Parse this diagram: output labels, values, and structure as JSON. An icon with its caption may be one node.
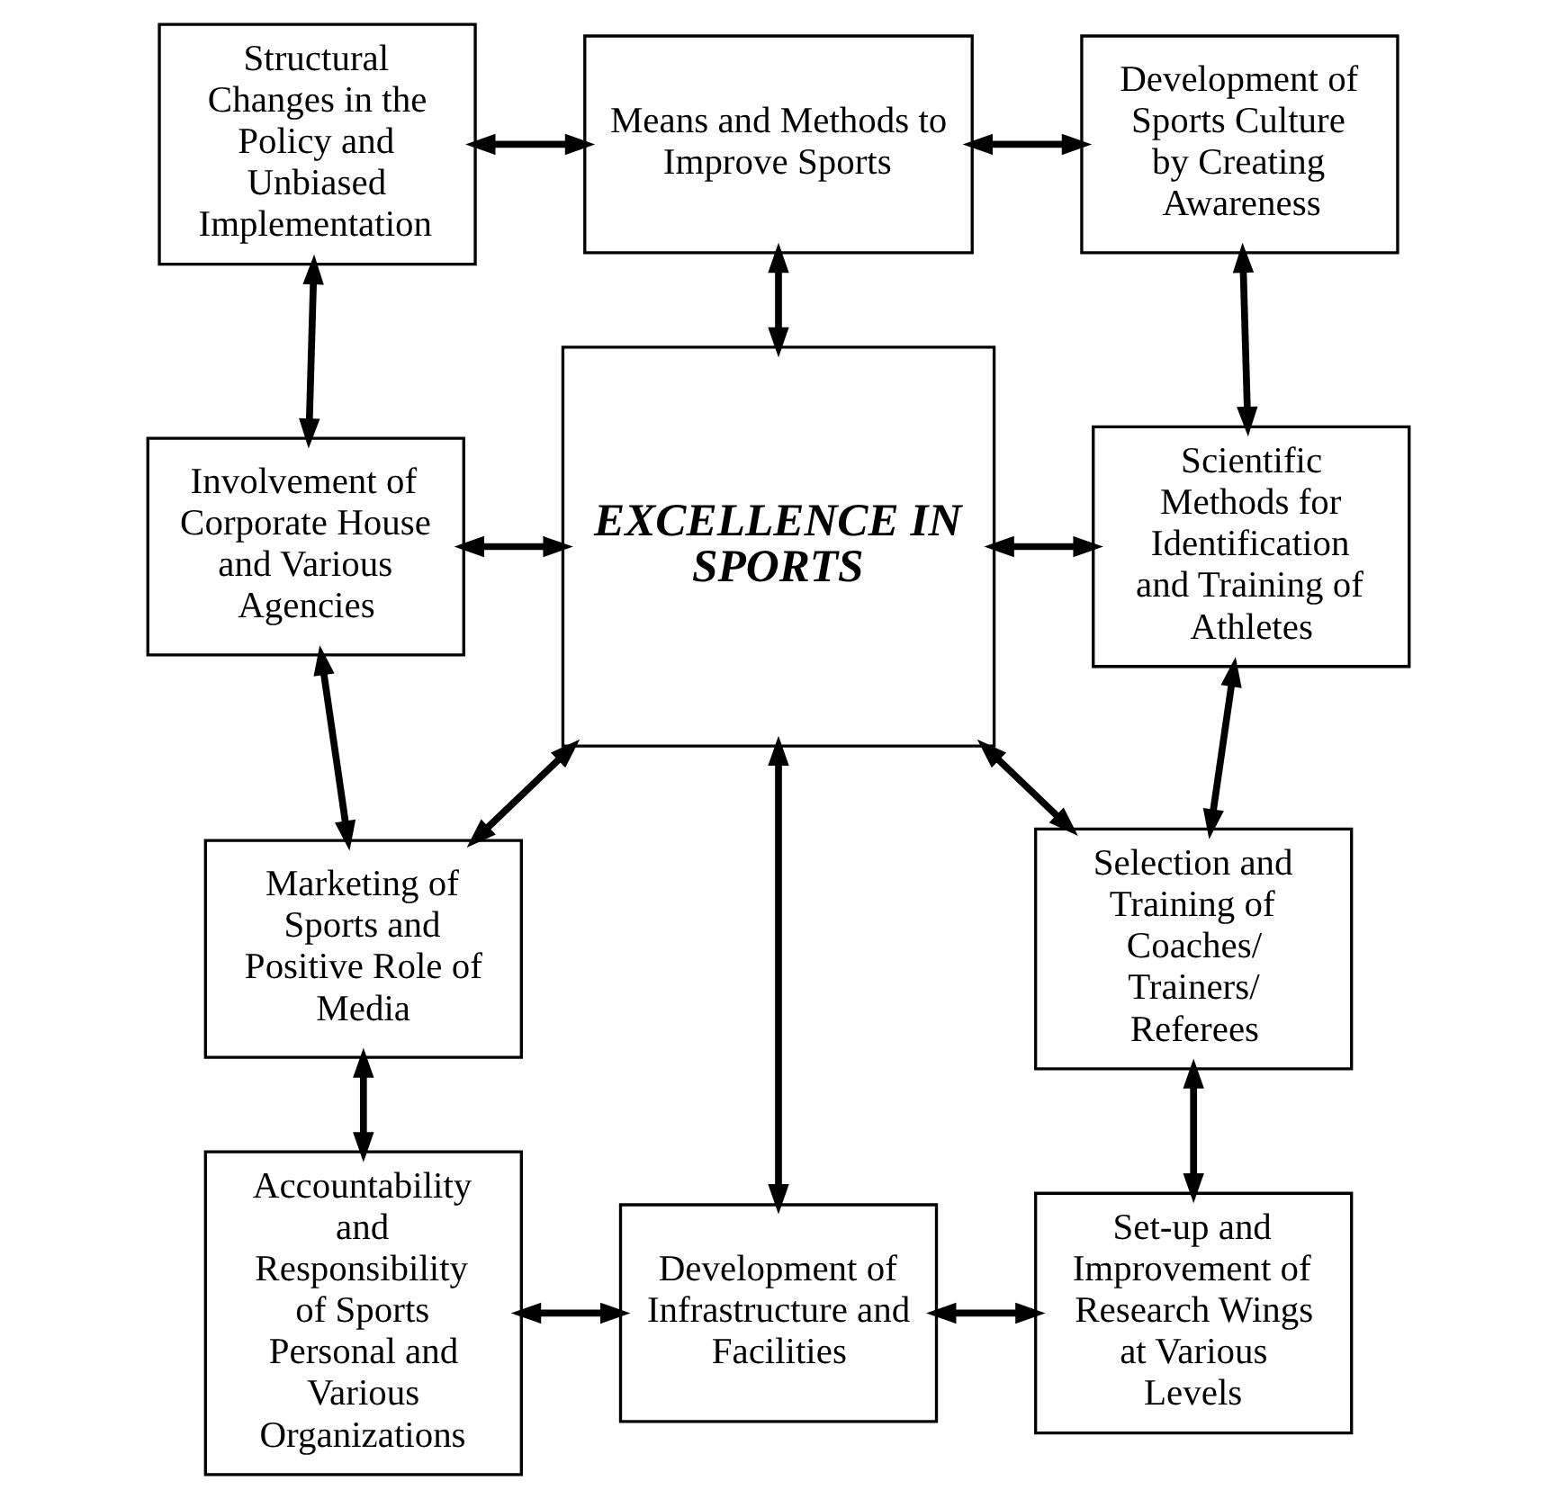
{
  "diagram": {
    "nodes": [
      {
        "text": [
          "Structural Changes in the Policy and Unbiased Implementation"
        ]
      },
      {
        "text": [
          "Means and Methods to Improve Sports"
        ]
      },
      {
        "text": [
          "Development of Sports Culture by Creating Awareness"
        ]
      },
      {
        "text": [
          "Involvement of Corporate House and Various Agencies"
        ]
      },
      {
        "text": [
          "EXCELLENCE IN SPORTS"
        ]
      },
      {
        "text": [
          "Scientific Methods for Identification and Training of Athletes"
        ]
      },
      {
        "text": [
          "Marketing of Sports and Positive Role of Media"
        ]
      },
      {
        "text": [
          "Selection and Training of Coaches/ Trainers/ Referees"
        ]
      },
      {
        "text": [
          "Accountability and Responsibility of Sports Personal and Various Organizations"
        ]
      },
      {
        "text": [
          "Development of Infrastructure and Facilities"
        ]
      },
      {
        "text": [
          "Set-up and Improvement of Research Wings at Various Levels"
        ]
      }
    ],
    "edges": [
      {
        "from": 0,
        "to": 1,
        "arrow": "both"
      },
      {
        "from": 1,
        "to": 2,
        "arrow": "both"
      },
      {
        "from": 0,
        "to": 3,
        "arrow": "both"
      },
      {
        "from": 2,
        "to": 5,
        "arrow": "both"
      },
      {
        "from": 1,
        "to": 4,
        "arrow": "both"
      },
      {
        "from": 3,
        "to": 4,
        "arrow": "both"
      },
      {
        "from": 4,
        "to": 5,
        "arrow": "both"
      },
      {
        "from": 3,
        "to": 6,
        "arrow": "both"
      },
      {
        "from": 6,
        "to": 4,
        "arrow": "both"
      },
      {
        "from": 4,
        "to": 7,
        "arrow": "both"
      },
      {
        "from": 5,
        "to": 7,
        "arrow": "both"
      },
      {
        "from": 6,
        "to": 8,
        "arrow": "both"
      },
      {
        "from": 4,
        "to": 9,
        "arrow": "both"
      },
      {
        "from": 7,
        "to": 10,
        "arrow": "both"
      },
      {
        "from": 8,
        "to": 9,
        "arrow": "both"
      },
      {
        "from": 9,
        "to": 10,
        "arrow": "both"
      }
    ]
  }
}
